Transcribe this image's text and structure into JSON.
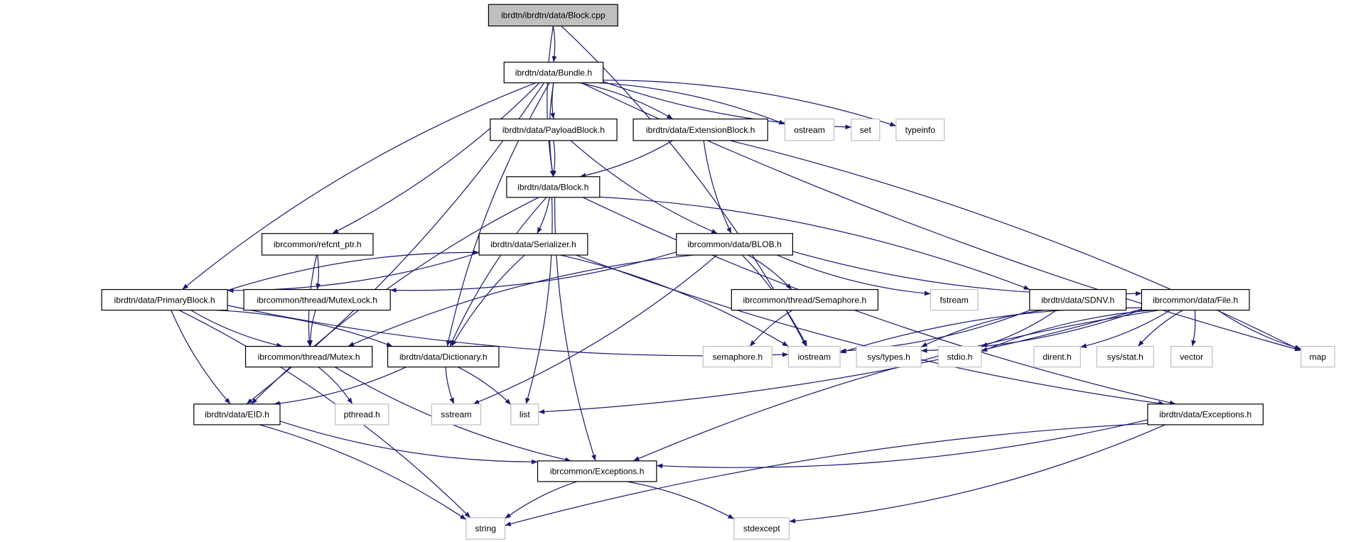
{
  "colors": {
    "edge": "#191970",
    "documented_border": "#000000",
    "external_border": "#bfbfbf",
    "root_fill": "#bfbfbf",
    "node_fill": "#ffffff"
  },
  "nodes": [
    {
      "id": "block_cpp",
      "label": "ibrdtn/ibrdtn/data/Block.cpp",
      "kind": "root"
    },
    {
      "id": "bundle_h",
      "label": "ibrdtn/data/Bundle.h",
      "kind": "documented"
    },
    {
      "id": "payloadblock_h",
      "label": "ibrdtn/data/PayloadBlock.h",
      "kind": "documented"
    },
    {
      "id": "extensionblock_h",
      "label": "ibrdtn/data/ExtensionBlock.h",
      "kind": "documented"
    },
    {
      "id": "ostream",
      "label": "ostream",
      "kind": "external"
    },
    {
      "id": "set",
      "label": "set",
      "kind": "external"
    },
    {
      "id": "typeinfo",
      "label": "typeinfo",
      "kind": "external"
    },
    {
      "id": "block_h",
      "label": "ibrdtn/data/Block.h",
      "kind": "documented"
    },
    {
      "id": "refcnt_ptr_h",
      "label": "ibrcommon/refcnt_ptr.h",
      "kind": "documented"
    },
    {
      "id": "serializer_h",
      "label": "ibrdtn/data/Serializer.h",
      "kind": "documented"
    },
    {
      "id": "blob_h",
      "label": "ibrcommon/data/BLOB.h",
      "kind": "documented"
    },
    {
      "id": "primaryblock_h",
      "label": "ibrdtn/data/PrimaryBlock.h",
      "kind": "documented"
    },
    {
      "id": "mutexlock_h",
      "label": "ibrcommon/thread/MutexLock.h",
      "kind": "documented"
    },
    {
      "id": "semaphore_hh",
      "label": "ibrcommon/thread/Semaphore.h",
      "kind": "documented"
    },
    {
      "id": "fstream",
      "label": "fstream",
      "kind": "external"
    },
    {
      "id": "sdnv_h",
      "label": "ibrdtn/data/SDNV.h",
      "kind": "documented"
    },
    {
      "id": "file_h",
      "label": "ibrcommon/data/File.h",
      "kind": "documented"
    },
    {
      "id": "mutex_h",
      "label": "ibrcommon/thread/Mutex.h",
      "kind": "documented"
    },
    {
      "id": "dictionary_h",
      "label": "ibrdtn/data/Dictionary.h",
      "kind": "documented"
    },
    {
      "id": "semaphore_sys",
      "label": "semaphore.h",
      "kind": "external"
    },
    {
      "id": "iostream",
      "label": "iostream",
      "kind": "external"
    },
    {
      "id": "sys_types",
      "label": "sys/types.h",
      "kind": "external"
    },
    {
      "id": "stdio",
      "label": "stdio.h",
      "kind": "external"
    },
    {
      "id": "dirent",
      "label": "dirent.h",
      "kind": "external"
    },
    {
      "id": "sys_stat",
      "label": "sys/stat.h",
      "kind": "external"
    },
    {
      "id": "vector",
      "label": "vector",
      "kind": "external"
    },
    {
      "id": "map",
      "label": "map",
      "kind": "external"
    },
    {
      "id": "eid_h",
      "label": "ibrdtn/data/EID.h",
      "kind": "documented"
    },
    {
      "id": "pthread",
      "label": "pthread.h",
      "kind": "external"
    },
    {
      "id": "sstream",
      "label": "sstream",
      "kind": "external"
    },
    {
      "id": "list",
      "label": "list",
      "kind": "external"
    },
    {
      "id": "dtn_exceptions_h",
      "label": "ibrdtn/data/Exceptions.h",
      "kind": "documented"
    },
    {
      "id": "common_exceptions_h",
      "label": "ibrcommon/Exceptions.h",
      "kind": "documented"
    },
    {
      "id": "string",
      "label": "string",
      "kind": "external"
    },
    {
      "id": "stdexcept",
      "label": "stdexcept",
      "kind": "external"
    }
  ],
  "edges": [
    {
      "from": "block_cpp",
      "to": "bundle_h"
    },
    {
      "from": "block_cpp",
      "to": "block_h"
    },
    {
      "from": "block_cpp",
      "to": "iostream"
    },
    {
      "from": "bundle_h",
      "to": "payloadblock_h"
    },
    {
      "from": "bundle_h",
      "to": "extensionblock_h"
    },
    {
      "from": "bundle_h",
      "to": "block_h"
    },
    {
      "from": "bundle_h",
      "to": "ostream"
    },
    {
      "from": "bundle_h",
      "to": "set"
    },
    {
      "from": "bundle_h",
      "to": "typeinfo"
    },
    {
      "from": "bundle_h",
      "to": "map"
    },
    {
      "from": "bundle_h",
      "to": "eid_h"
    },
    {
      "from": "bundle_h",
      "to": "primaryblock_h"
    },
    {
      "from": "bundle_h",
      "to": "refcnt_ptr_h"
    },
    {
      "from": "bundle_h",
      "to": "dictionary_h"
    },
    {
      "from": "payloadblock_h",
      "to": "block_h"
    },
    {
      "from": "payloadblock_h",
      "to": "blob_h"
    },
    {
      "from": "extensionblock_h",
      "to": "block_h"
    },
    {
      "from": "extensionblock_h",
      "to": "blob_h"
    },
    {
      "from": "extensionblock_h",
      "to": "map"
    },
    {
      "from": "block_h",
      "to": "eid_h"
    },
    {
      "from": "block_h",
      "to": "serializer_h"
    },
    {
      "from": "block_h",
      "to": "dictionary_h"
    },
    {
      "from": "block_h",
      "to": "list"
    },
    {
      "from": "block_h",
      "to": "common_exceptions_h"
    },
    {
      "from": "block_h",
      "to": "sdnv_h"
    },
    {
      "from": "block_h",
      "to": "dtn_exceptions_h"
    },
    {
      "from": "refcnt_ptr_h",
      "to": "mutexlock_h"
    },
    {
      "from": "refcnt_ptr_h",
      "to": "mutex_h"
    },
    {
      "from": "serializer_h",
      "to": "primaryblock_h"
    },
    {
      "from": "serializer_h",
      "to": "dictionary_h"
    },
    {
      "from": "serializer_h",
      "to": "iostream"
    },
    {
      "from": "serializer_h",
      "to": "dtn_exceptions_h"
    },
    {
      "from": "primaryblock_h",
      "to": "serializer_h"
    },
    {
      "from": "primaryblock_h",
      "to": "mutex_h"
    },
    {
      "from": "primaryblock_h",
      "to": "dictionary_h"
    },
    {
      "from": "primaryblock_h",
      "to": "eid_h"
    },
    {
      "from": "primaryblock_h",
      "to": "string"
    },
    {
      "from": "primaryblock_h",
      "to": "iostream"
    },
    {
      "from": "blob_h",
      "to": "mutexlock_h"
    },
    {
      "from": "blob_h",
      "to": "mutex_h"
    },
    {
      "from": "blob_h",
      "to": "semaphore_hh"
    },
    {
      "from": "blob_h",
      "to": "fstream"
    },
    {
      "from": "blob_h",
      "to": "iostream"
    },
    {
      "from": "blob_h",
      "to": "file_h"
    },
    {
      "from": "blob_h",
      "to": "sstream"
    },
    {
      "from": "mutexlock_h",
      "to": "mutex_h"
    },
    {
      "from": "mutex_h",
      "to": "pthread"
    },
    {
      "from": "mutex_h",
      "to": "common_exceptions_h"
    },
    {
      "from": "dictionary_h",
      "to": "eid_h"
    },
    {
      "from": "dictionary_h",
      "to": "sstream"
    },
    {
      "from": "dictionary_h",
      "to": "list"
    },
    {
      "from": "eid_h",
      "to": "common_exceptions_h"
    },
    {
      "from": "eid_h",
      "to": "string"
    },
    {
      "from": "semaphore_hh",
      "to": "semaphore_sys"
    },
    {
      "from": "sdnv_h",
      "to": "iostream"
    },
    {
      "from": "sdnv_h",
      "to": "sys_types"
    },
    {
      "from": "sdnv_h",
      "to": "stdio"
    },
    {
      "from": "file_h",
      "to": "iostream"
    },
    {
      "from": "file_h",
      "to": "sys_types"
    },
    {
      "from": "file_h",
      "to": "stdio"
    },
    {
      "from": "file_h",
      "to": "dirent"
    },
    {
      "from": "file_h",
      "to": "sys_stat"
    },
    {
      "from": "file_h",
      "to": "vector"
    },
    {
      "from": "file_h",
      "to": "map"
    },
    {
      "from": "file_h",
      "to": "list"
    },
    {
      "from": "file_h",
      "to": "common_exceptions_h"
    },
    {
      "from": "dtn_exceptions_h",
      "to": "common_exceptions_h"
    },
    {
      "from": "dtn_exceptions_h",
      "to": "string"
    },
    {
      "from": "dtn_exceptions_h",
      "to": "stdexcept"
    },
    {
      "from": "common_exceptions_h",
      "to": "string"
    },
    {
      "from": "common_exceptions_h",
      "to": "stdexcept"
    }
  ]
}
